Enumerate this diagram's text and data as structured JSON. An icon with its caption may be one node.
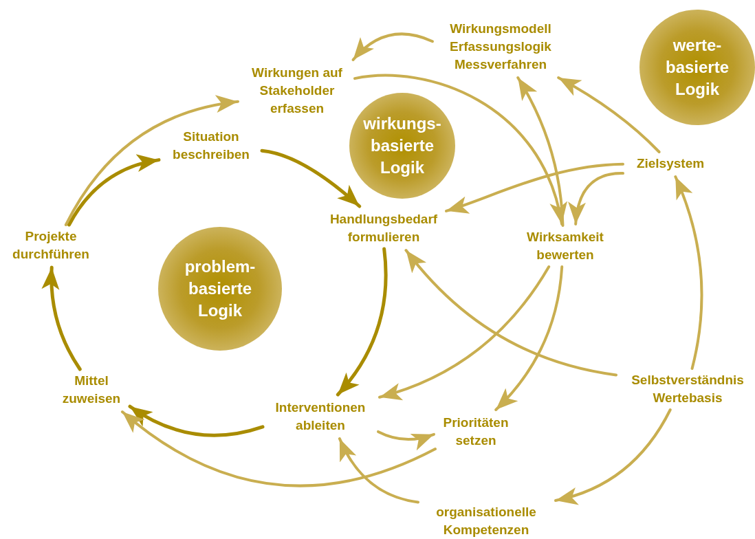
{
  "diagram": {
    "nodes": [
      {
        "text": [
          "Wirkungsmodell Erfassungslogik Messverfahren"
        ]
      },
      {
        "text": [
          "werte- basierte Logik"
        ]
      },
      {
        "text": [
          "Wirkungen auf Stakeholder erfassen"
        ]
      },
      {
        "text": [
          "wirkungs- basierte Logik"
        ]
      },
      {
        "text": [
          "Situation beschreiben"
        ]
      },
      {
        "text": [
          "Zielsystem"
        ]
      },
      {
        "text": [
          "Handlungsbedarf formulieren"
        ]
      },
      {
        "text": [
          "Projekte durchführen"
        ]
      },
      {
        "text": [
          "Wirksamkeit bewerten"
        ]
      },
      {
        "text": [
          "problem- basierte Logik"
        ]
      },
      {
        "text": [
          "Mittel zuweisen"
        ]
      },
      {
        "text": [
          "Selbstverständnis Wertebasis"
        ]
      },
      {
        "text": [
          "Interventionen ableiten"
        ]
      },
      {
        "text": [
          "Prioritäten setzen"
        ]
      },
      {
        "text": [
          "organisationelle Kompetenzen"
        ]
      }
    ],
    "edges": [
      {
        "from": 7,
        "to": 4,
        "arrow": "to",
        "color": "#a98c00"
      },
      {
        "from": 4,
        "to": 6,
        "arrow": "to",
        "color": "#a98c00"
      },
      {
        "from": 6,
        "to": 12,
        "arrow": "to",
        "color": "#a98c00"
      },
      {
        "from": 12,
        "to": 10,
        "arrow": "to",
        "color": "#a98c00"
      },
      {
        "from": 10,
        "to": 7,
        "arrow": "to",
        "color": "#a98c00"
      },
      {
        "from": 7,
        "to": 2,
        "arrow": "to"
      },
      {
        "from": 0,
        "to": 2,
        "arrow": "to"
      },
      {
        "from": 2,
        "to": 8,
        "arrow": "to"
      },
      {
        "from": 8,
        "to": 0,
        "arrow": "to"
      },
      {
        "from": 5,
        "to": 0,
        "arrow": "to"
      },
      {
        "from": 5,
        "to": 6,
        "arrow": "to"
      },
      {
        "from": 5,
        "to": 8,
        "arrow": "to"
      },
      {
        "from": 8,
        "to": 12,
        "arrow": "to"
      },
      {
        "from": 8,
        "to": 13,
        "arrow": "to"
      },
      {
        "from": 11,
        "to": 6,
        "arrow": "to"
      },
      {
        "from": 11,
        "to": 5,
        "arrow": "to"
      },
      {
        "from": 11,
        "to": 14,
        "arrow": "to"
      },
      {
        "from": 14,
        "to": 12,
        "arrow": "to"
      },
      {
        "from": 12,
        "to": 13,
        "arrow": "to"
      },
      {
        "from": 13,
        "to": 10,
        "arrow": "to"
      }
    ]
  }
}
